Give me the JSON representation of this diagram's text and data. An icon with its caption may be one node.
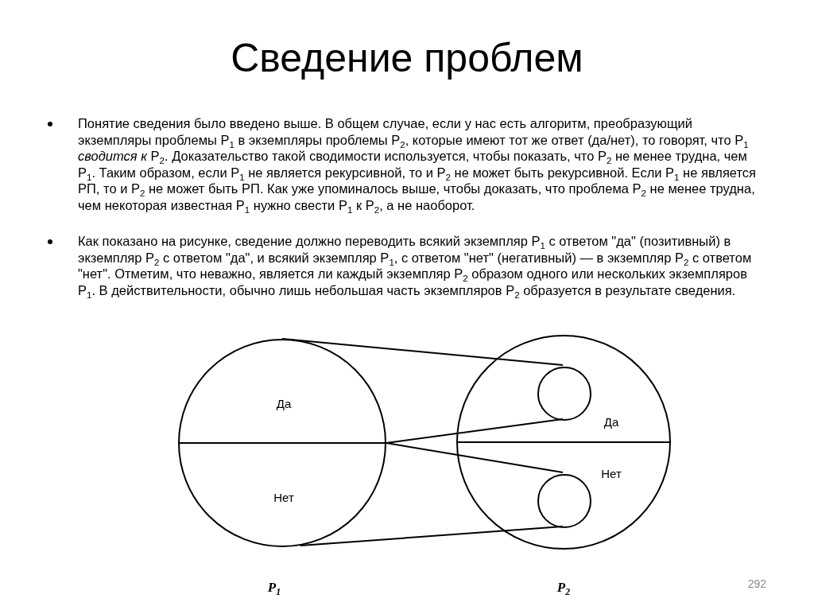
{
  "diagram": {
    "title": "Сведение проблем",
    "nodes": [
      {
        "text": [
          "Да",
          "Нет"
        ],
        "beside": [
          "P$_{1}$"
        ]
      },
      {
        "text": [
          "Да",
          "Нет"
        ],
        "beside": [
          "P$_{2}$"
        ]
      },
      {
        "text": [],
        "shape": "circle",
        "in": 1
      },
      {
        "text": [],
        "shape": "circle",
        "in": 1
      }
    ],
    "edges": [
      {
        "from": 0,
        "to": 2,
        "arrow": "none"
      },
      {
        "from": 0,
        "to": 2,
        "arrow": "none"
      },
      {
        "from": 0,
        "to": 3,
        "arrow": "none"
      },
      {
        "from": 0,
        "to": 3,
        "arrow": "none"
      }
    ],
    "labels": [
      "Понятие сведения было введено выше. В общем случае, если у нас есть алгоритм, преобразующий экземпляры проблемы P$_{1}$ в экземпляры проблемы P$_{2}$, которые имеют тот же ответ (да/нет), то говорят, что P$_{1}$ *сводится к* P$_{2}$. Доказательство такой сводимости используется, чтобы показать, что P$_{2}$ не менее трудна, чем P$_{1}$. Таким образом, если P$_{1}$ не является рекурсивной, то и P$_{2}$ не может быть рекурсивной. Если P$_{1}$ не является РП, то и P$_{2}$ не может быть РП. Как уже упоминалось выше, чтобы доказать, что проблема P$_{2}$ не менее трудна, чем некоторая известная P$_{1}$ нужно свести P$_{1}$ к P$_{2}$, а не наоборот.",
      "Как показано на рисунке, сведение должно переводить всякий экземпляр P$_{1}$ с ответом \"да\" (позитивный) в экземпляр P$_{2}$ с ответом \"да\", и всякий экземпляр P$_{1}$, с ответом \"нет\" (негативный) — в экземпляр P$_{2}$ с ответом \"нет\". Отметим, что неважно, является ли каждый экземпляр P$_{2}$ образом одного или нескольких экземпляров P$_{1}$. В действительности, обычно лишь небольшая часть экземпляров P$_{2}$ образуется в результате сведения.",
      "292"
    ]
  }
}
